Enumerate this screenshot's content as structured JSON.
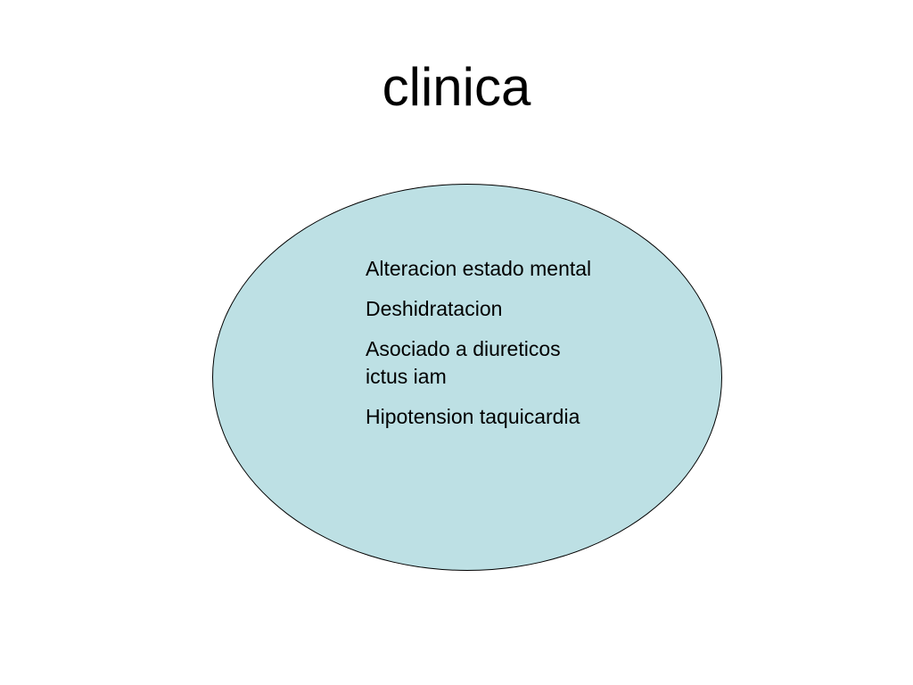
{
  "slide": {
    "title": "clinica",
    "items": [
      "Alteracion estado mental",
      "Deshidratacion",
      "Asociado a diureticos ictus iam",
      "Hipotension taquicardia"
    ]
  },
  "colors": {
    "ellipse_fill": "#bde0e4",
    "ellipse_border": "#000000",
    "background": "#ffffff",
    "text": "#000000"
  }
}
